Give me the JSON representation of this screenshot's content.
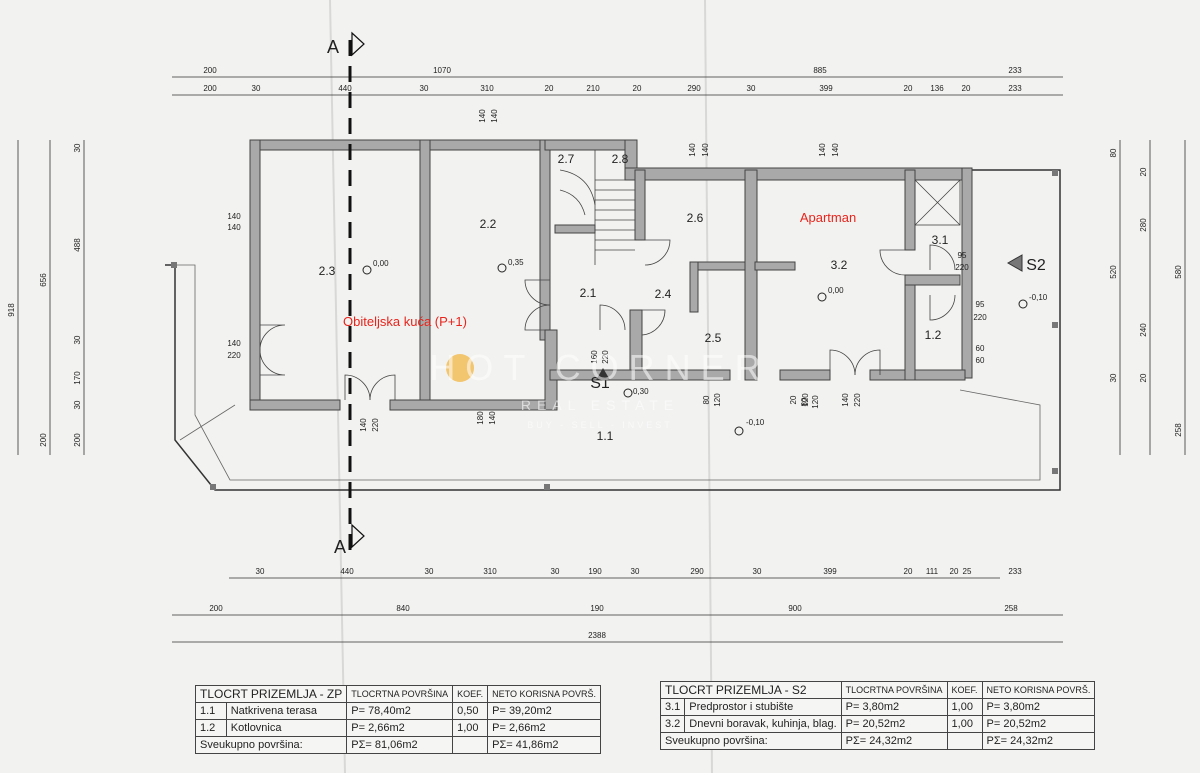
{
  "section_marks": {
    "top": "A",
    "bottom": "A",
    "s1": "S1",
    "s2": "S2"
  },
  "dims_top_outer": [
    "200",
    "1070",
    "885",
    "233"
  ],
  "dims_top_inner": [
    "200",
    "30",
    "440",
    "30",
    "310",
    "20",
    "210",
    "20",
    "290",
    "30",
    "399",
    "20",
    "136",
    "20",
    "233"
  ],
  "dims_bottom_inner": [
    "30",
    "440",
    "30",
    "310",
    "30",
    "190",
    "30",
    "290",
    "30",
    "399",
    "20",
    "111",
    "20",
    "25",
    "233"
  ],
  "dims_bottom_mid": [
    "200",
    "840",
    "190",
    "900",
    "258"
  ],
  "dims_bottom_total": "2388",
  "dims_left_outer": [
    "918"
  ],
  "dims_left_mid": [
    "656",
    "200"
  ],
  "dims_left_inner": [
    "30",
    "488",
    "30",
    "170",
    "30",
    "200"
  ],
  "dims_right_inner": [
    "80",
    "520",
    "30"
  ],
  "dims_right_mid": [
    "20",
    "280",
    "240",
    "20"
  ],
  "dims_right_outer": [
    "580",
    "258"
  ],
  "rooms": [
    "2.3",
    "2.2",
    "2.7",
    "2.8",
    "2.6",
    "2.1",
    "2.4",
    "2.5",
    "3.1",
    "3.2",
    "1.2",
    "1.1"
  ],
  "levels": [
    "0,00",
    "0,35",
    "0,00",
    "-0,10",
    "0,30",
    "-0,10"
  ],
  "openings": [
    "140",
    "140",
    "140",
    "140",
    "140",
    "140",
    "140",
    "140",
    "140",
    "220",
    "160",
    "220",
    "180",
    "140",
    "140",
    "220",
    "80",
    "120",
    "20",
    "120",
    "80",
    "120",
    "140",
    "220",
    "95",
    "220",
    "95",
    "220",
    "60",
    "60"
  ],
  "labels": {
    "house": "Obiteljska kuća (P+1)",
    "apartment": "Apartman"
  },
  "watermark": {
    "brand": "HOT CORNER",
    "sub": "REAL ESTATE",
    "tagline": "BUY - SELL - INVEST"
  },
  "table_zp": {
    "title": "TLOCRT PRIZEMLJA - ZP",
    "col_area": "TLOCRTNA POVRŠINA",
    "col_koef": "KOEF.",
    "col_net": "NETO KORISNA POVRŠ.",
    "rows": [
      {
        "num": "1.1",
        "name": "Natkrivena terasa",
        "area": "P= 78,40m2",
        "koef": "0,50",
        "net": "P= 39,20m2"
      },
      {
        "num": "1.2",
        "name": "Kotlovnica",
        "area": "P= 2,66m2",
        "koef": "1,00",
        "net": "P= 2,66m2"
      }
    ],
    "total_label": "Sveukupno površina:",
    "total_area": "PΣ= 81,06m2",
    "total_net": "PΣ= 41,86m2"
  },
  "table_s2": {
    "title": "TLOCRT PRIZEMLJA - S2",
    "col_area": "TLOCRTNA POVRŠINA",
    "col_koef": "KOEF.",
    "col_net": "NETO KORISNA POVRŠ.",
    "rows": [
      {
        "num": "3.1",
        "name": "Predprostor i stubište",
        "area": "P= 3,80m2",
        "koef": "1,00",
        "net": "P= 3,80m2"
      },
      {
        "num": "3.2",
        "name": "Dnevni boravak, kuhinja, blag.",
        "area": "P= 20,52m2",
        "koef": "1,00",
        "net": "P= 20,52m2"
      }
    ],
    "total_label": "Sveukupno površina:",
    "total_area": "PΣ= 24,32m2",
    "total_net": "PΣ= 24,32m2"
  },
  "colors": {
    "wall": "#a9a9a9",
    "line": "#333333",
    "label_red": "#e8241c",
    "bg": "#f2f2f0"
  }
}
